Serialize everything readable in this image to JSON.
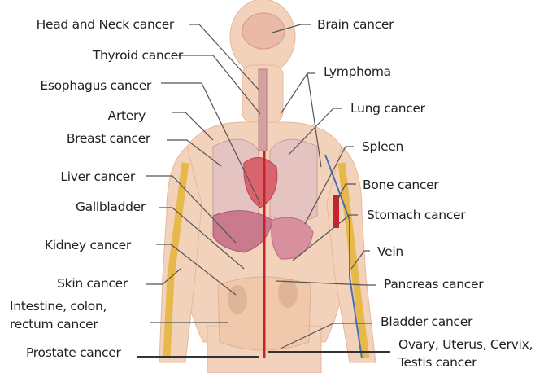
{
  "labels": {
    "head_neck": "Head and Neck cancer",
    "thyroid": "Thyroid cancer",
    "esophagus": "Esophagus cancer",
    "artery": "Artery",
    "breast": "Breast cancer",
    "liver": "Liver cancer",
    "gallbladder": "Gallbladder",
    "kidney": "Kidney cancer",
    "skin": "Skin cancer",
    "intestine_line1": "Intestine, colon,",
    "intestine_line2": "rectum cancer",
    "prostate": "Prostate cancer",
    "brain": "Brain cancer",
    "lymphoma": "Lymphoma",
    "lung": "Lung cancer",
    "spleen": "Spleen",
    "bone": "Bone cancer",
    "stomach": "Stomach cancer",
    "vein": "Vein",
    "pancreas": "Pancreas cancer",
    "bladder": "Bladder cancer",
    "ovary_line1": "Ovary, Uterus,  Cervix,",
    "ovary_line2": "Testis cancer"
  },
  "colors": {
    "skin": "#f1cdb3",
    "organ_pink": "#d98a9a",
    "artery_red": "#c8232c",
    "vein_blue": "#4a6fb0",
    "bone_yellow": "#e7b94a",
    "line": "#555555"
  }
}
